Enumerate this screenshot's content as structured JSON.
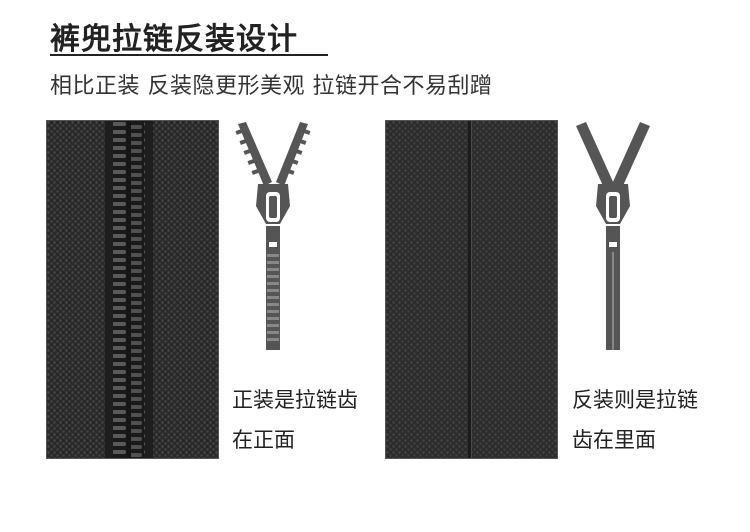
{
  "header": {
    "title": "裤兜拉链反装设计",
    "subtitle": "相比正装 反装隐更形美观 拉链开合不易刮蹭"
  },
  "panels": [
    {
      "caption_line1": "正装是拉链齿",
      "caption_line2": "在正面",
      "zipper_icon": "standard-zipper-icon"
    },
    {
      "caption_line1": "反装则是拉链",
      "caption_line2": "齿在里面",
      "zipper_icon": "invisible-zipper-icon"
    }
  ],
  "colors": {
    "fabric": "#2b2b2b",
    "zipper_icon": "#555555",
    "zipper_slider": "#ffffff"
  }
}
